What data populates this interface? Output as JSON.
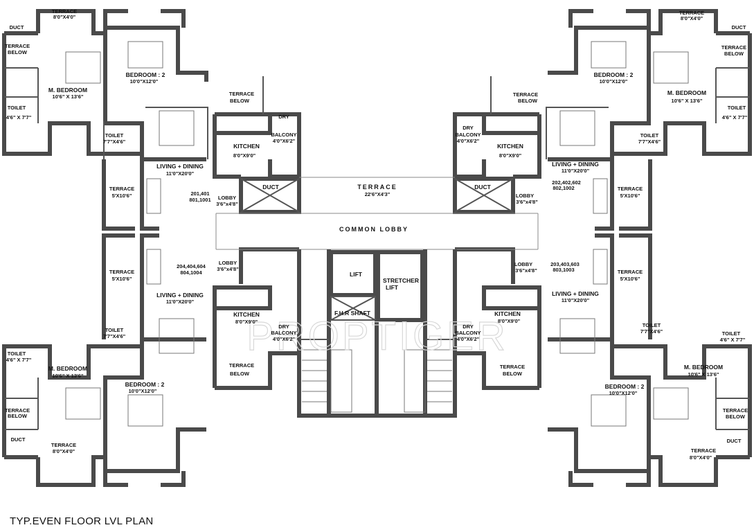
{
  "title": "TYP.EVEN FLOOR LVL  PLAN",
  "watermark": "PROPTIGER",
  "core": {
    "terrace": "TERRACE",
    "terrace_dim": "22'6\"X4'3\"",
    "common_lobby": "COMMON  LOBBY",
    "lift": "LIFT",
    "stretcher_lift_1": "STRETCHER",
    "stretcher_lift_2": "LIFT",
    "fhr_shaft": "F.H.R SHAFT",
    "duct_left": "DUCT",
    "duct_right": "DUCT"
  },
  "labels": {
    "terrace": "TERRACE",
    "terrace_below_1": "TERRACE",
    "terrace_below_2": "BELOW",
    "duct": "DUCT",
    "toilet": "TOILET",
    "m_bedroom": "M. BEDROOM",
    "bedroom2": "BEDROOM : 2",
    "kitchen": "KITCHEN",
    "dry": "DRY",
    "balcony": "BALCONY",
    "living_dining": "LIVING + DINING",
    "lobby": "LOBBY"
  },
  "dims": {
    "terrace_small": "8'0\"X4'0\"",
    "m_bedroom": "10'6\" X 13'6\"",
    "bedroom2": "10'0\"X12'0\"",
    "toilet_a": "4'6\" X 7'7\"",
    "toilet_b": "7'7\"X4'6\"",
    "kitchen": "8'0\"X9'0\"",
    "dry_balcony": "4'0\"X6'2\"",
    "living": "11'0\"X20'0\"",
    "terrace_side": "5'X10'6\"",
    "lobby": "3'6\"x4'8\"",
    "lobby_alt": "3'6\"x4'8\""
  },
  "flats": {
    "tl_1": "201,401",
    "tl_2": "801,1001",
    "bl_1": "204,404,604",
    "bl_2": "804,1004",
    "tr_1": "202,402,602",
    "tr_2": "802,1002",
    "br_1": "203,403,603",
    "br_2": "803,1003"
  }
}
